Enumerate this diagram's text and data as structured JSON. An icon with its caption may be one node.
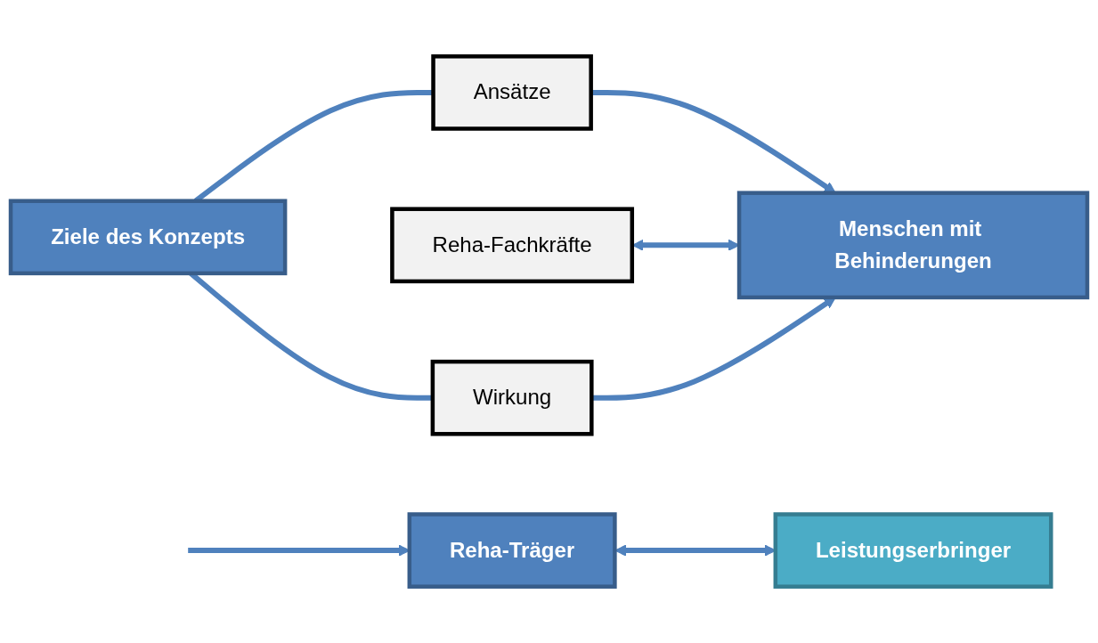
{
  "diagram": {
    "nodes": [
      {
        "text": [
          "Ansätze"
        ]
      },
      {
        "text": [
          "Ziele des Konzepts"
        ]
      },
      {
        "text": [
          "Reha-Träger"
        ]
      },
      {
        "text": [
          "Leistungserbringer"
        ]
      },
      {
        "text": [
          "Reha-Fachkräfte"
        ]
      },
      {
        "text": [
          "Menschen mit Behinderungen"
        ]
      },
      {
        "text": [
          "Wirkung"
        ]
      }
    ],
    "edges": [
      {
        "from": 1,
        "to": 0,
        "arrow": "none"
      },
      {
        "from": 0,
        "to": 5,
        "arrow": "to"
      },
      {
        "from": null,
        "to": 2,
        "arrow": "to"
      },
      {
        "from": 2,
        "to": 3,
        "arrow": "both"
      },
      {
        "from": 4,
        "to": 5,
        "arrow": "both"
      },
      {
        "from": 1,
        "to": 6,
        "arrow": "none"
      },
      {
        "from": 6,
        "to": 5,
        "arrow": "to"
      }
    ]
  }
}
